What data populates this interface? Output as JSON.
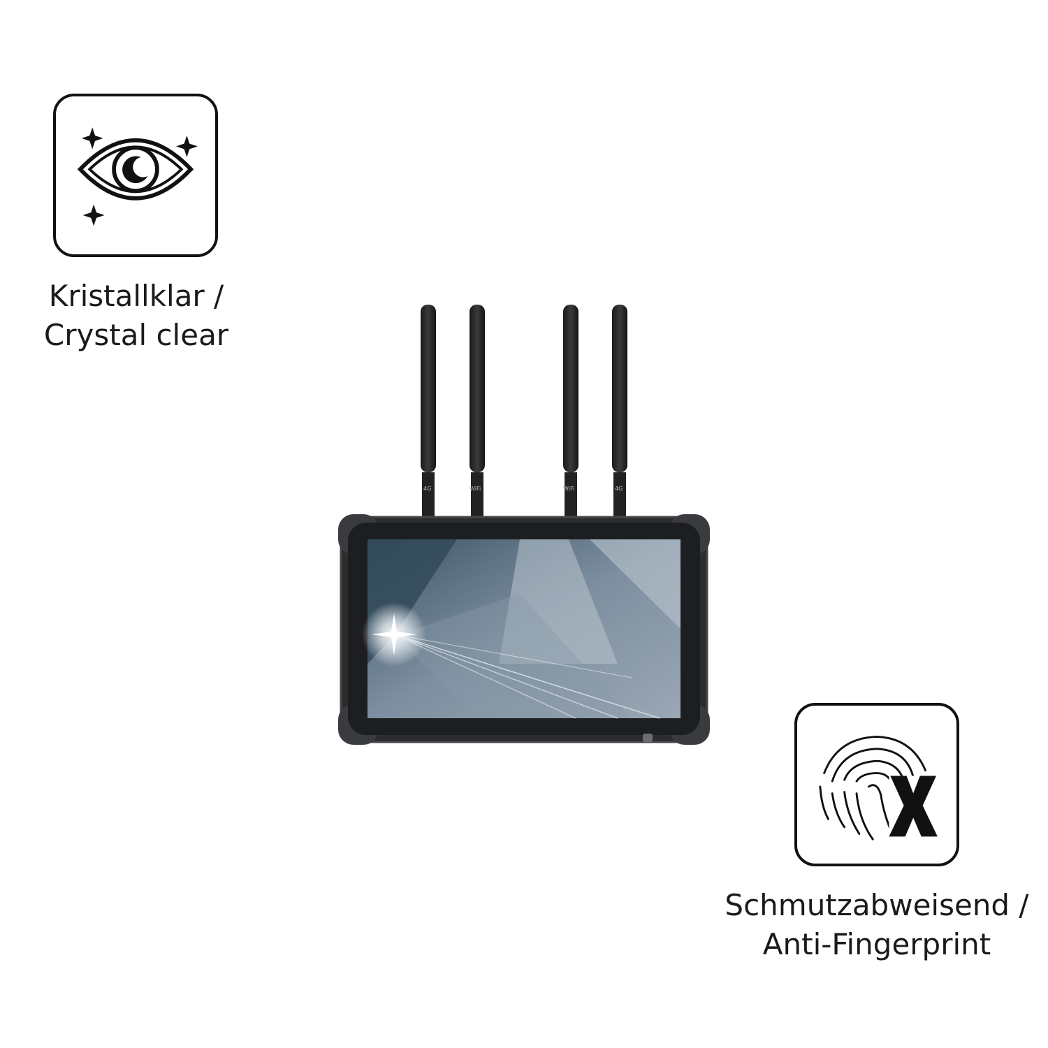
{
  "features": [
    {
      "icon": "sparkle-eye-icon",
      "caption_line1": "Kristallklar /",
      "caption_line2": "Crystal clear"
    },
    {
      "icon": "fingerprint-cross-icon",
      "caption_line1": "Schmutzabweisend /",
      "caption_line2": "Anti-Fingerprint"
    }
  ],
  "device": {
    "antenna_labels": [
      "4G",
      "WiFi",
      "WiFi",
      "4G"
    ]
  },
  "colors": {
    "icon_stroke": "#111111",
    "device_body": "#2b2c2e",
    "screen_base": "#5f7485"
  }
}
